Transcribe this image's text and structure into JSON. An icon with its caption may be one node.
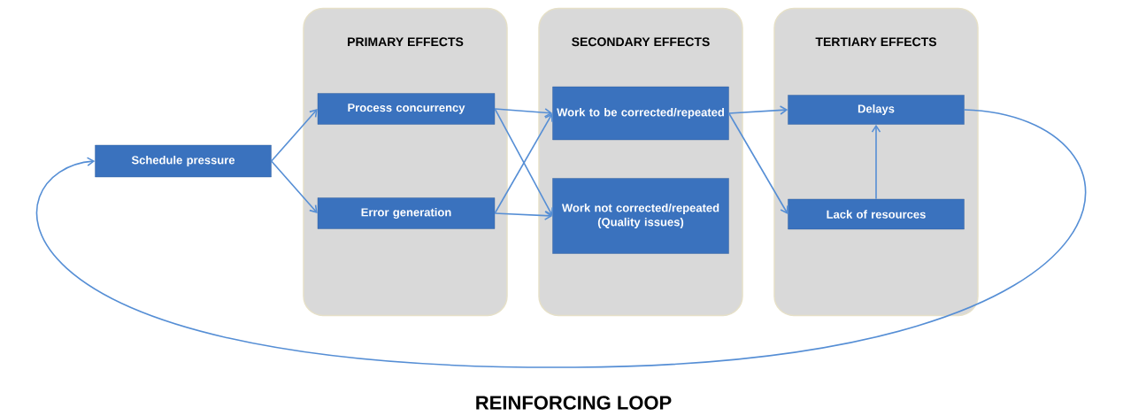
{
  "diagram": {
    "nodes": [
      {
        "text": [
          "Schedule pressure"
        ]
      },
      {
        "text": [
          "PRIMARY EFFECTS"
        ]
      },
      {
        "text": [
          "Process concurrency"
        ],
        "in": 1
      },
      {
        "text": [
          "Error generation"
        ],
        "in": 1
      },
      {
        "text": [
          "SECONDARY EFFECTS"
        ]
      },
      {
        "text": [
          "Work to be corrected/repeated"
        ],
        "in": 4
      },
      {
        "text": [
          "Work not corrected/repeated (Quality issues)"
        ],
        "in": 4
      },
      {
        "text": [
          "TERTIARY EFFECTS"
        ]
      },
      {
        "text": [
          "Delays"
        ],
        "in": 7
      },
      {
        "text": [
          "Lack of resources"
        ],
        "in": 7
      }
    ],
    "edges": [
      {
        "from": 0,
        "to": 2,
        "arrow": "to"
      },
      {
        "from": 0,
        "to": 3,
        "arrow": "to"
      },
      {
        "from": 2,
        "to": 5,
        "arrow": "to"
      },
      {
        "from": 2,
        "to": 6,
        "arrow": "to"
      },
      {
        "from": 3,
        "to": 5,
        "arrow": "to"
      },
      {
        "from": 3,
        "to": 6,
        "arrow": "to"
      },
      {
        "from": 5,
        "to": 8,
        "arrow": "to"
      },
      {
        "from": 5,
        "to": 9,
        "arrow": "to"
      },
      {
        "from": 9,
        "to": 8,
        "arrow": "to"
      },
      {
        "from": 8,
        "to": 0,
        "arrow": "to"
      }
    ],
    "labels": [
      "REINFORCING LOOP"
    ]
  }
}
